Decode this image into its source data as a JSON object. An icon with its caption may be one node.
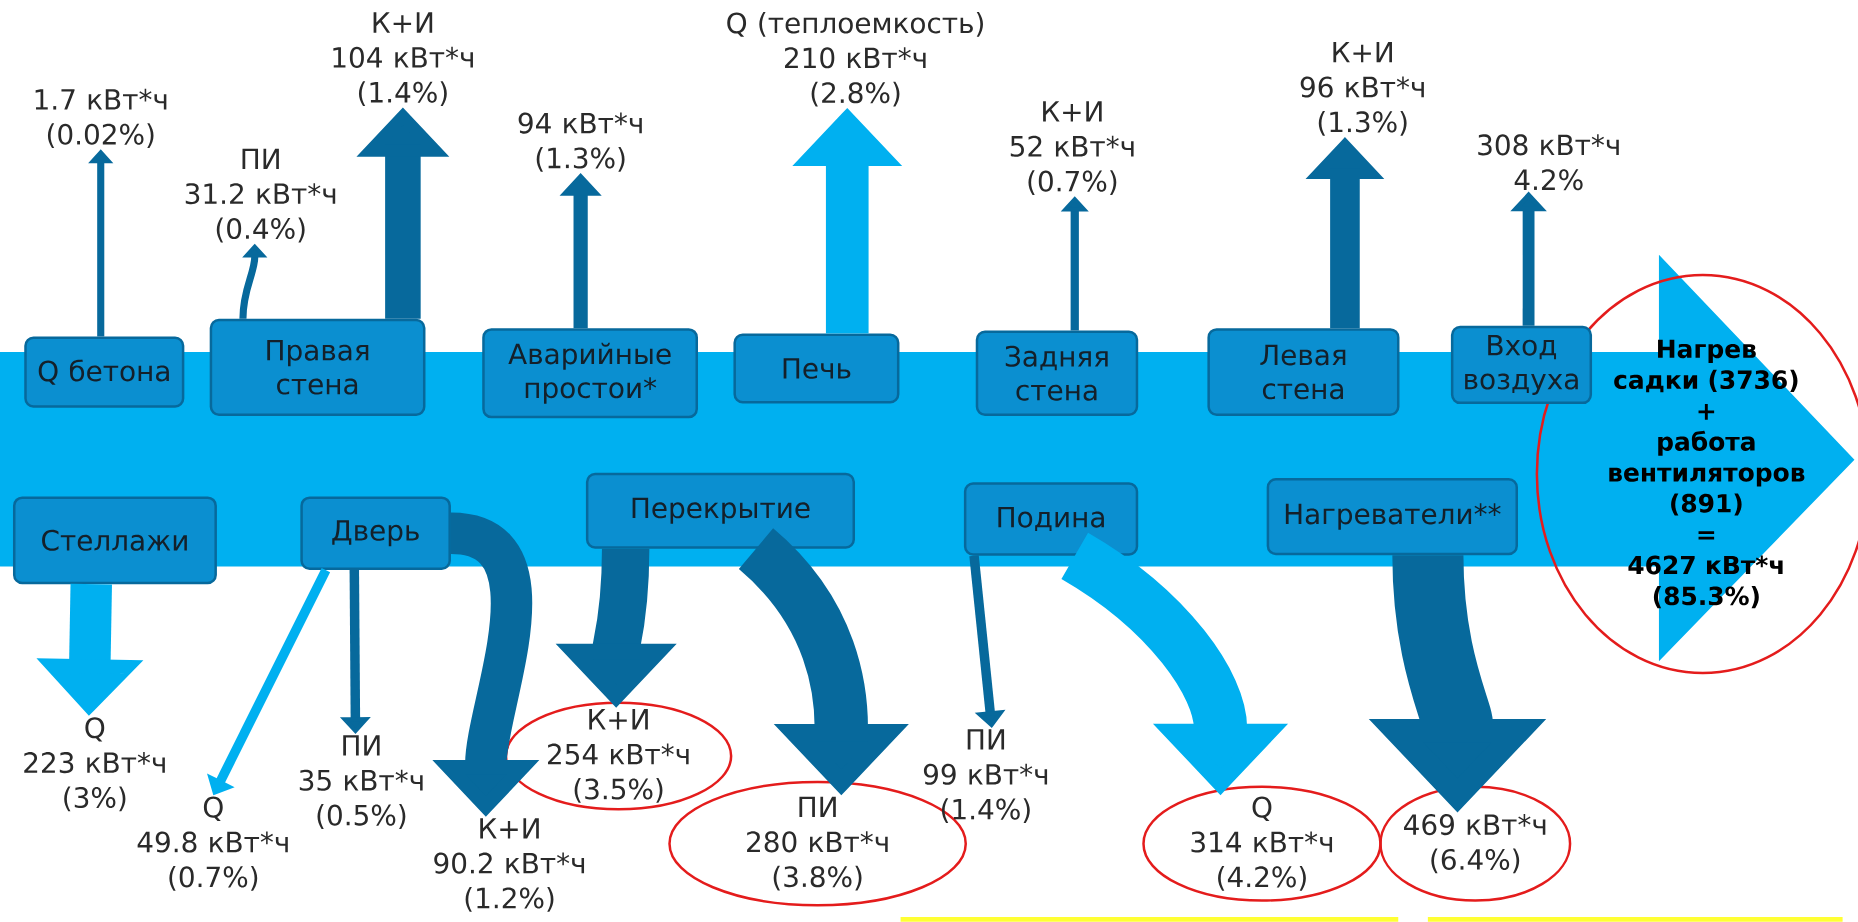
{
  "diagram": {
    "nodes": [
      {
        "text": [
          "Нагрев садки (3736)",
          "+",
          "работа вентиляторов (891)",
          "=",
          "4627 кВт*ч (85.3%)"
        ]
      },
      {
        "text": [
          "Q бетона"
        ]
      },
      {
        "text": [
          "Правая стена"
        ]
      },
      {
        "text": [
          "Аварийные простои*"
        ]
      },
      {
        "text": [
          "Печь"
        ]
      },
      {
        "text": [
          "Задняя стена"
        ]
      },
      {
        "text": [
          "Левая стена"
        ]
      },
      {
        "text": [
          "Вход воздуха"
        ]
      },
      {
        "text": [
          "Стеллажи"
        ]
      },
      {
        "text": [
          "Дверь"
        ]
      },
      {
        "text": [
          "Перекрытие"
        ]
      },
      {
        "text": [
          "Подина"
        ]
      },
      {
        "text": [
          "Нагреватели**"
        ]
      },
      {
        "text": [
          "1.7 кВт*ч",
          "(0.02%)"
        ]
      },
      {
        "text": [
          "ПИ",
          "31.2 кВт*ч",
          "(0.4%)"
        ]
      },
      {
        "text": [
          "К+И",
          "104 кВт*ч",
          "(1.4%)"
        ]
      },
      {
        "text": [
          "94 кВт*ч",
          "(1.3%)"
        ]
      },
      {
        "text": [
          "Q (теплоемкость)",
          "210 кВт*ч",
          "(2.8%)"
        ]
      },
      {
        "text": [
          "К+И",
          "52 кВт*ч",
          "(0.7%)"
        ]
      },
      {
        "text": [
          "К+И",
          "96 кВт*ч",
          "(1.3%)"
        ]
      },
      {
        "text": [
          "308 кВт*ч",
          "4.2%"
        ]
      },
      {
        "text": [
          "Q",
          "223 кВт*ч",
          "(3%)"
        ]
      },
      {
        "text": [
          "Q",
          "49.8 кВт*ч",
          "(0.7%)"
        ]
      },
      {
        "text": [
          "ПИ",
          "35 кВт*ч",
          "(0.5%)"
        ]
      },
      {
        "text": [
          "К+И",
          "90.2 кВт*ч",
          "(1.2%)"
        ]
      },
      {
        "text": [
          "К+И",
          "254 кВт*ч",
          "(3.5%)"
        ]
      },
      {
        "text": [
          "ПИ",
          "280 кВт*ч",
          "(3.8%)"
        ]
      },
      {
        "text": [
          "ПИ",
          "99 кВт*ч",
          "(1.4%)"
        ]
      },
      {
        "text": [
          "Q",
          "314 кВт*ч",
          "(4.2%)"
        ]
      },
      {
        "text": [
          "469 кВт*ч",
          "(6.4%)"
        ]
      }
    ],
    "edges": [
      {
        "from": 1,
        "to": 13,
        "arrow": "to"
      },
      {
        "from": 2,
        "to": 14,
        "arrow": "to"
      },
      {
        "from": 2,
        "to": 15,
        "arrow": "to"
      },
      {
        "from": 3,
        "to": 16,
        "arrow": "to"
      },
      {
        "from": 4,
        "to": 17,
        "arrow": "to",
        "color": "#00b0f0"
      },
      {
        "from": 5,
        "to": 18,
        "arrow": "to"
      },
      {
        "from": 6,
        "to": 19,
        "arrow": "to"
      },
      {
        "from": 7,
        "to": 20,
        "arrow": "to"
      },
      {
        "from": 8,
        "to": 21,
        "arrow": "to",
        "color": "#00b0f0"
      },
      {
        "from": 9,
        "to": 22,
        "arrow": "to",
        "color": "#00b0f0"
      },
      {
        "from": 9,
        "to": 23,
        "arrow": "to"
      },
      {
        "from": 9,
        "to": 24,
        "arrow": "to"
      },
      {
        "from": 10,
        "to": 25,
        "arrow": "to"
      },
      {
        "from": 10,
        "to": 26,
        "arrow": "to",
        "style": "thick"
      },
      {
        "from": 11,
        "to": 27,
        "arrow": "to"
      },
      {
        "from": 11,
        "to": 28,
        "arrow": "to",
        "style": "thick",
        "color": "#00b0f0"
      },
      {
        "from": 12,
        "to": 29,
        "arrow": "to",
        "style": "thick"
      }
    ]
  }
}
